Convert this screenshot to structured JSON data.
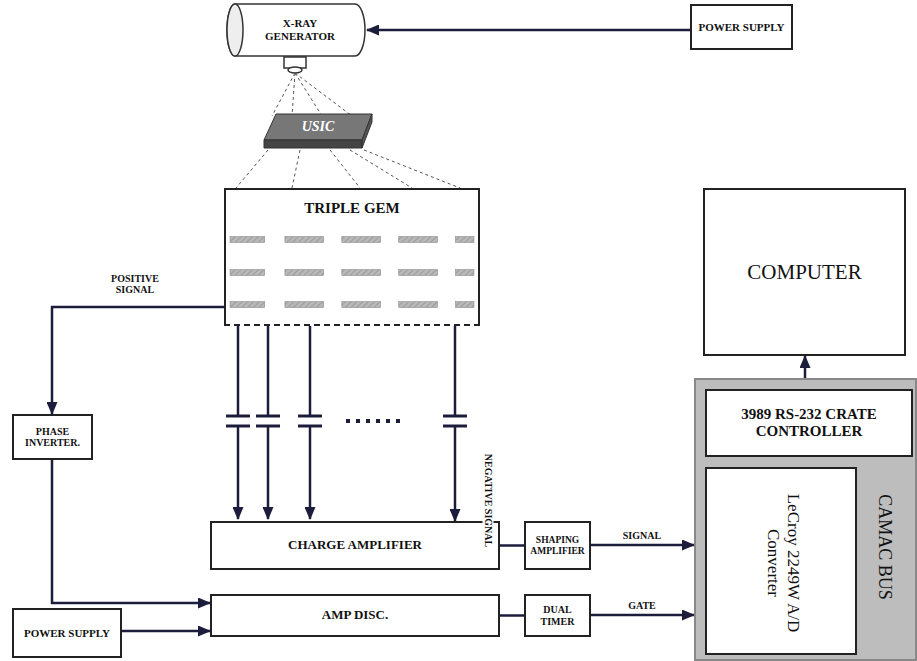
{
  "diagram": {
    "nodes": [
      {
        "text": [
          "X-RAY GENERATOR"
        ]
      },
      {
        "text": [
          "POWER SUPPLY"
        ]
      },
      {
        "text": [
          "USIC"
        ]
      },
      {
        "text": [
          "TRIPLE GEM"
        ]
      },
      {
        "text": [
          "PHASE INVERTER."
        ]
      },
      {
        "text": [
          "CHARGE AMPLIFIER"
        ]
      },
      {
        "text": [
          "SHAPING AMPLIFIER"
        ]
      },
      {
        "text": [
          "AMP DISC."
        ]
      },
      {
        "text": [
          "DUAL TIMER"
        ]
      },
      {
        "text": [
          "POWER SUPPLY"
        ]
      },
      {
        "text": [
          "CAMAC BUS"
        ]
      },
      {
        "text": [
          "3989 RS-232 CRATE CONTROLLER"
        ],
        "in": 10
      },
      {
        "text": [
          "LeCroy 2249W A/D Converter"
        ],
        "in": 10
      },
      {
        "text": [
          "COMPUTER"
        ]
      }
    ],
    "edges": [
      {
        "from": 1,
        "to": 0,
        "arrow": "to"
      },
      {
        "from": 3,
        "to": 4,
        "label": "POSITIVE SIGNAL",
        "arrow": "to"
      },
      {
        "from": 3,
        "to": 5,
        "label": "NEGATIVE SIGNAL",
        "arrow": "to"
      },
      {
        "from": 4,
        "to": 7,
        "arrow": "to"
      },
      {
        "from": 9,
        "to": 7,
        "arrow": "to"
      },
      {
        "from": 5,
        "to": 6,
        "arrow": "none"
      },
      {
        "from": 6,
        "to": 10,
        "label": "SIGNAL",
        "arrow": "to"
      },
      {
        "from": 7,
        "to": 8,
        "arrow": "none"
      },
      {
        "from": 8,
        "to": 10,
        "label": "GATE",
        "arrow": "to"
      },
      {
        "from": 11,
        "to": 13,
        "arrow": "to"
      }
    ]
  }
}
